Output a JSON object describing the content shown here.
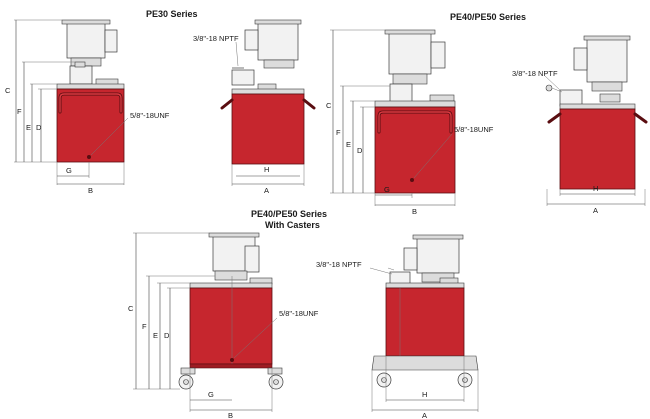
{
  "titles": {
    "pe30": "PE30 Series",
    "pe40_50": "PE40/PE50 Series",
    "casters_line1": "PE40/PE50 Series",
    "casters_line2": "With Casters"
  },
  "callouts": {
    "unf": "5/8\"-18UNF",
    "nptf": "3/8\"-18 NPTF"
  },
  "dimension_letters": {
    "A": "A",
    "B": "B",
    "C": "C",
    "D": "D",
    "E": "E",
    "F": "F",
    "G": "G",
    "H": "H"
  },
  "colors": {
    "tank_red": "#c6262e",
    "outline": "#3a3a3a"
  }
}
